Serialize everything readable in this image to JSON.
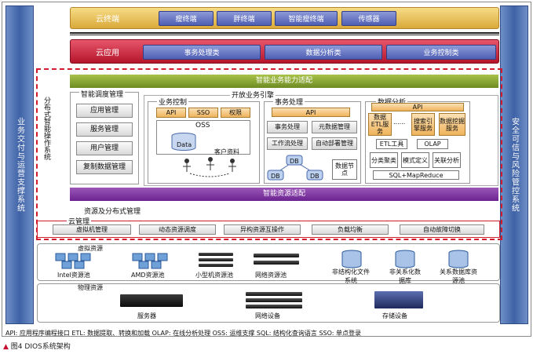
{
  "side": {
    "left": "业务交付与运营支撑系统",
    "right": "安全可信与风险管控系统"
  },
  "cloud_terminal": {
    "label": "云终端",
    "items": [
      "瘦终端",
      "胖终端",
      "智能瘦终端",
      "传感器"
    ]
  },
  "cloud_app": {
    "label": "云应用",
    "items": [
      "事务处理类",
      "数据分析类",
      "业务控制类"
    ]
  },
  "smart_adapt_top": "智能业务能力适配",
  "smart_adapt_bottom": "智能资源适配",
  "distributed_os_label": "分布式智能操作系统",
  "open_engine": "开放业务引擎",
  "sched_panel": {
    "title": "智能调度管理",
    "items": [
      "应用管理",
      "服务管理",
      "用户管理",
      "复制数据管理"
    ]
  },
  "biz_control": {
    "title": "业务控制",
    "items": [
      "API",
      "SSO",
      "权限"
    ],
    "oss_label": "OSS",
    "data_label": "Data",
    "client_label": "客户资料"
  },
  "txn": {
    "title": "事务处理",
    "api": "API",
    "items": [
      "事务处理",
      "元数据管理",
      "工作流处理",
      "自动部署管理"
    ],
    "db": "DB",
    "data_node": "数据节点"
  },
  "analytics": {
    "title": "数据分析",
    "api": "API",
    "grid": [
      "数据ETL服务",
      "搜索引擎服务",
      "数据挖掘服务"
    ],
    "ellipsis": "......",
    "tools": [
      "ETL工具",
      "OLAP"
    ],
    "methods": [
      "分类聚类",
      "模式定义",
      "关联分析"
    ],
    "sql": "SQL+MapReduce"
  },
  "resource_mgmt": "资源及分布式管理",
  "cloud_mgmt": {
    "label": "云管理",
    "items": [
      "虚拟机管理",
      "动态资源调度",
      "异构资源互操作",
      "负载均衡",
      "自动故障切换"
    ]
  },
  "virtual_pool": {
    "label": "虚拟资源",
    "items": [
      "Intel资源池",
      "AMD资源池",
      "小型机资源池",
      "网络资源池",
      "非结构化文件系统",
      "非关系化数据库",
      "关系数据库资源池"
    ]
  },
  "physical": {
    "label": "物理资源",
    "items": [
      "服务器",
      "网络设备",
      "存储设备"
    ]
  },
  "legend": "API: 应用程序编程接口   ETL: 数据提取、转换和加载   OLAP: 在线分析处理   OSS: 运维支撑   SQL: 结构化查询语言   SSO: 单点登录",
  "caption": {
    "marker": "▲",
    "text": "图4  DIOS系统架构"
  },
  "colors": {
    "terminal_band": "#e9c15e",
    "app_band": "#c8243a",
    "pill": "#5a69bb",
    "purple": "#7d3399",
    "green": "#88a534",
    "dashed": "#d21c2b",
    "side": "#4d6fb1"
  }
}
